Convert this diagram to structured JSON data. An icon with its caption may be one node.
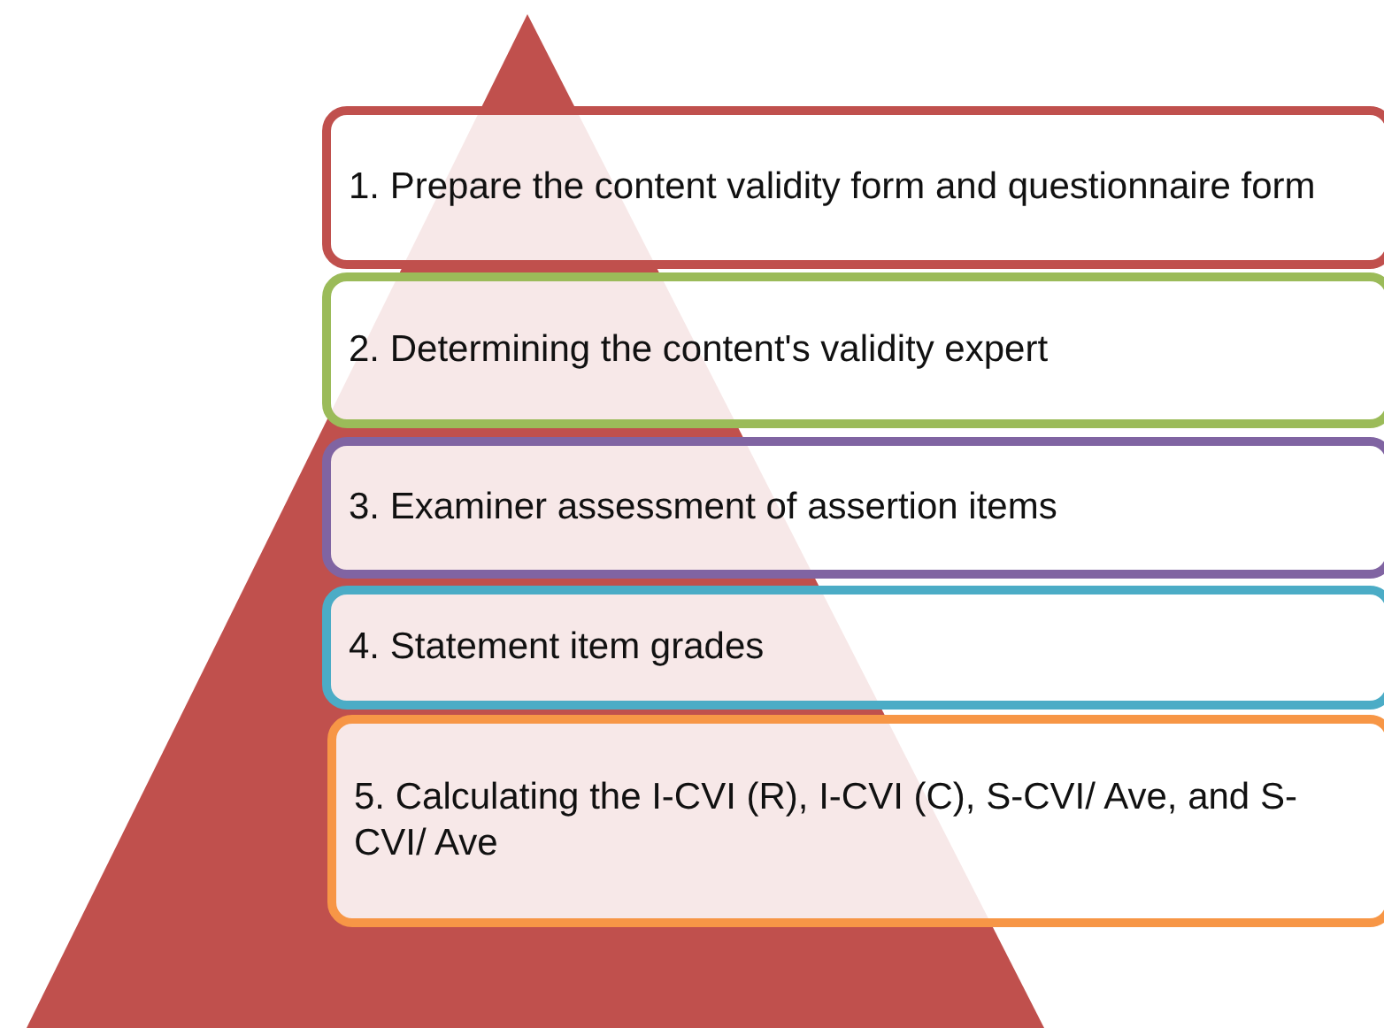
{
  "diagram": {
    "nodes": [
      {
        "text": [
          "1. Prepare the content validity form and questionnaire form"
        ]
      },
      {
        "text": [
          "2. Determining the content's validity expert"
        ]
      },
      {
        "text": [
          "3. Examiner assessment of assertion items"
        ]
      },
      {
        "text": [
          "4. Statement item grades"
        ]
      },
      {
        "text": [
          "5. Calculating the I-CVI (R), I-CVI (C), S-CVI/ Ave, and S-CVI/ Ave"
        ]
      }
    ]
  }
}
